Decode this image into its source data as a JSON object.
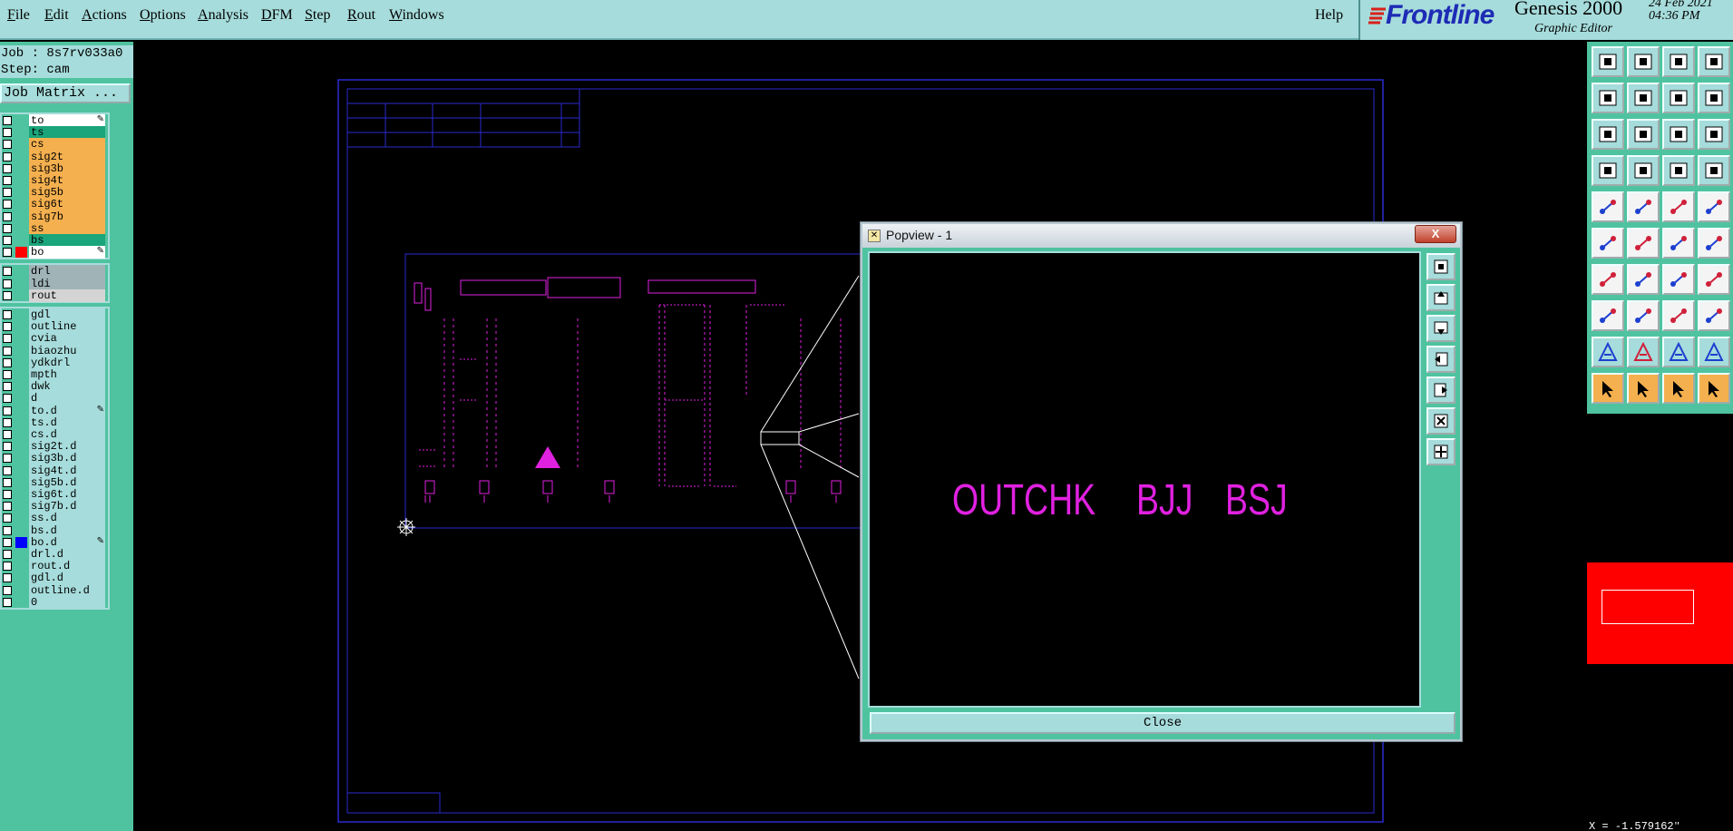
{
  "menubar": {
    "items": [
      {
        "label": "File",
        "ul": "F"
      },
      {
        "label": "Edit",
        "ul": "E"
      },
      {
        "label": "Actions",
        "ul": "A"
      },
      {
        "label": "Options",
        "ul": "O"
      },
      {
        "label": "Analysis",
        "ul": "A"
      },
      {
        "label": "DFM",
        "ul": "D"
      },
      {
        "label": "Step",
        "ul": "S"
      },
      {
        "label": "Rout",
        "ul": "R"
      },
      {
        "label": "Windows",
        "ul": "W"
      }
    ],
    "help": "Help"
  },
  "brand": {
    "logo": "Frontline",
    "product": "Genesis 2000",
    "subtitle": "Graphic Editor",
    "date": "24 Feb 2021",
    "time": "04:36 PM"
  },
  "left_panel": {
    "job": "Job : 8s7rv033a0",
    "step": "Step: cam",
    "job_matrix": "Job Matrix ...",
    "layers_board": [
      {
        "name": "to",
        "color": "#ffffff",
        "edit": true
      },
      {
        "name": "ts",
        "color": "#1aa57a"
      },
      {
        "name": "cs",
        "color": "#f4b04f"
      },
      {
        "name": "sig2t",
        "color": "#f4b04f"
      },
      {
        "name": "sig3b",
        "color": "#f4b04f"
      },
      {
        "name": "sig4t",
        "color": "#f4b04f"
      },
      {
        "name": "sig5b",
        "color": "#f4b04f"
      },
      {
        "name": "sig6t",
        "color": "#f4b04f"
      },
      {
        "name": "sig7b",
        "color": "#f4b04f"
      },
      {
        "name": "ss",
        "color": "#f4b04f"
      },
      {
        "name": "bs",
        "color": "#1aa57a"
      },
      {
        "name": "bo",
        "color": "#ffffff",
        "swatch": "#ff0000",
        "edit": true
      }
    ],
    "layers_drill": [
      {
        "name": "drl",
        "color": "#a0b4b8"
      },
      {
        "name": "ldi",
        "color": "#a0b4b8"
      },
      {
        "name": "rout",
        "color": "#d4d4d4"
      }
    ],
    "layers_misc": [
      {
        "name": "gdl"
      },
      {
        "name": "outline"
      },
      {
        "name": "cvia"
      },
      {
        "name": "biaozhu"
      },
      {
        "name": "ydkdrl"
      },
      {
        "name": "mpth"
      },
      {
        "name": "dwk"
      },
      {
        "name": "d"
      },
      {
        "name": "to.d",
        "edit": true
      },
      {
        "name": "ts.d"
      },
      {
        "name": "cs.d"
      },
      {
        "name": "sig2t.d"
      },
      {
        "name": "sig3b.d"
      },
      {
        "name": "sig4t.d"
      },
      {
        "name": "sig5b.d"
      },
      {
        "name": "sig6t.d"
      },
      {
        "name": "sig7b.d"
      },
      {
        "name": "ss.d"
      },
      {
        "name": "bs.d"
      },
      {
        "name": "bo.d",
        "swatch": "#0000ff",
        "edit": true,
        "active": true
      },
      {
        "name": "drl.d"
      },
      {
        "name": "rout.d"
      },
      {
        "name": "gdl.d"
      },
      {
        "name": "outline.d"
      },
      {
        "name": "0"
      }
    ]
  },
  "popview": {
    "title": "Popview - 1",
    "close_x": "X",
    "texts": [
      "OUTCHK",
      "BJJ",
      "BSJ"
    ],
    "close_button": "Close"
  },
  "status": {
    "coordinate": "X = -1.579162\""
  },
  "colors": {
    "panel": "#a6dcdb",
    "panel_dark": "#4fc3a0",
    "feature": "#e021e0",
    "profile": "#2a2ad0"
  }
}
